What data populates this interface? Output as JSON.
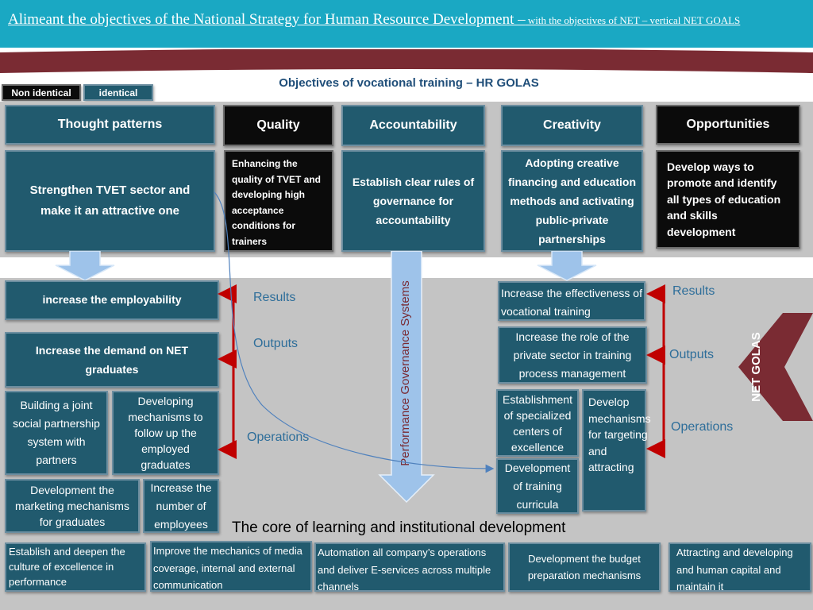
{
  "header": {
    "title_main": "Alimeant  the objectives of the National Strategy for Human Resource Development –",
    "title_sub": " with  the objectives of NET – vertical NET GOALS"
  },
  "banner": {
    "text": "Objectives of vocational training – HR GOLAS"
  },
  "legend": {
    "non_identical": "Non identical",
    "identical": "identical"
  },
  "headers": {
    "thought_patterns": "Thought patterns",
    "quality": "Quality",
    "accountability": "Accountability",
    "creativity": "Creativity",
    "opportunities": "Opportunities"
  },
  "objectives": {
    "strengthen": "Strengthen TVET sector and make it an attractive one",
    "quality": "Enhancing the quality of TVET and developing high acceptance conditions for trainers",
    "accountability": "Establish clear rules of governance for accountability",
    "creativity": "Adopting creative financing and education methods and activating public-private partnerships",
    "opportunities": "Develop ways to promote and identify all types of education and skills development"
  },
  "center_arrow": {
    "label": "Performance Governance Systems"
  },
  "net_goals": {
    "label": "NET GOLAS"
  },
  "left": {
    "results_label": "Results",
    "outputs_label": "Outputs",
    "operations_label": "Operations",
    "employability": "increase the employability",
    "demand": "Increase the demand  on NET graduates",
    "partnership": "Building a joint social partnership system with partners",
    "follow_up": "Developing mechanisms to follow up the employed graduates",
    "marketing": "Development the marketing mechanisms for graduates",
    "employees": "Increase the number of employees"
  },
  "right": {
    "results_label": "Results",
    "outputs_label": "Outputs",
    "operations_label": "Operations",
    "effectiveness": "Increase the effectiveness of vocational training",
    "private_sector": "Increase the role of the private sector in training process management",
    "centers": "Establishment of specialized centers of excellence",
    "targeting": "Develop mechanisms for targeting and attracting",
    "curricula": "Development of training curricula"
  },
  "core": {
    "title": "The core of learning and institutional development",
    "items": [
      "Establish and deepen the culture of excellence in performance",
      "Improve the mechanics of media coverage, internal and external communication",
      "Automation all company’s operations and deliver   E-services across multiple channels",
      "Development the budget preparation mechanisms",
      "Attracting and developing and  human capital and maintain it"
    ]
  },
  "colors": {
    "title_bar": "#1aa8c3",
    "banner": "#7a2b33",
    "teal_box": "#215a6e",
    "black_box": "#0b0b0b",
    "arrow_blue": "#9ec3ea",
    "bracket_red": "#c00000",
    "gray_band": "#c4c4c4"
  }
}
